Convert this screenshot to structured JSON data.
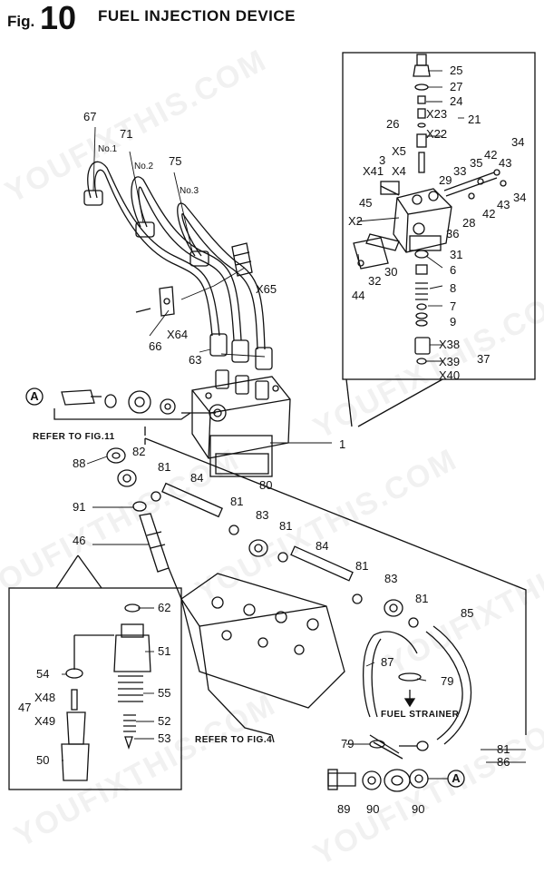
{
  "header": {
    "fig_prefix": "Fig.",
    "fig_number": "10",
    "title": "FUEL INJECTION DEVICE"
  },
  "watermark": "YOUFIXTHIS.COM",
  "notes": {
    "refer_fig11": "REFER TO FIG.11",
    "refer_fig4": "REFER TO FIG.4",
    "fuel_strainer": "FUEL STRAINER",
    "circle_a": "A"
  },
  "pipe_tags": {
    "no1": "No.1",
    "no2": "No.2",
    "no3": "No.3"
  },
  "parts": {
    "p1": "1",
    "p2": "X2",
    "p3": "3",
    "p4": "X4",
    "p5": "X5",
    "p6": "6",
    "p7": "7",
    "p8": "8",
    "p9": "9",
    "p21": "21",
    "p22": "X22",
    "p23": "X23",
    "p24": "24",
    "p25": "25",
    "p26": "26",
    "p27": "27",
    "p28": "28",
    "p29": "29",
    "p30": "30",
    "p31": "31",
    "p32": "32",
    "p33": "33",
    "p34a": "34",
    "p34b": "34",
    "p35": "35",
    "p36": "36",
    "p37": "37",
    "p38": "X38",
    "p39": "X39",
    "p40": "X40",
    "p41": "X41",
    "p42a": "42",
    "p42b": "42",
    "p43a": "43",
    "p43b": "43",
    "p44": "44",
    "p45": "45",
    "p46": "46",
    "p47": "47",
    "p48": "X48",
    "p49": "X49",
    "p50": "50",
    "p51": "51",
    "p52": "52",
    "p53": "53",
    "p54": "54",
    "p55": "55",
    "p62": "62",
    "p63": "63",
    "p64": "X64",
    "p65": "X65",
    "p66": "66",
    "p67": "67",
    "p71": "71",
    "p75": "75",
    "p79a": "79",
    "p79b": "79",
    "p80": "80",
    "p81a": "81",
    "p81b": "81",
    "p81c": "81",
    "p81d": "81",
    "p81e": "81",
    "p81f": "81",
    "p82": "82",
    "p83a": "83",
    "p83b": "83",
    "p84a": "84",
    "p84b": "84",
    "p85": "85",
    "p86": "86",
    "p87": "87",
    "p88": "88",
    "p89": "89",
    "p90a": "90",
    "p90b": "90",
    "p91": "91"
  }
}
